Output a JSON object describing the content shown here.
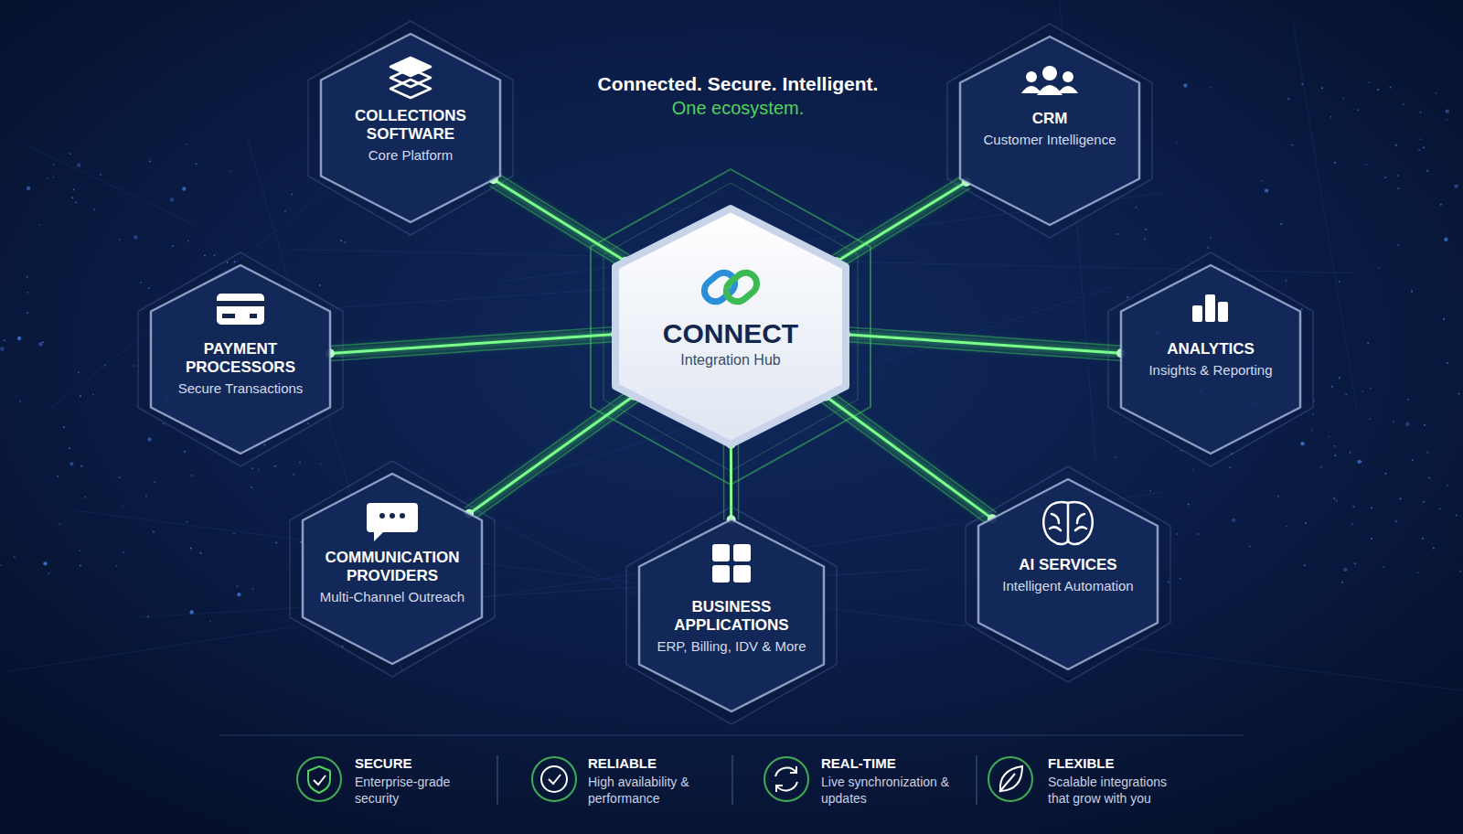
{
  "diagram": {
    "title": "Connected. Secure. Intelligent.",
    "nodes": [
      {
        "text": [
          "COLLECTIONS SOFTWARE",
          "Core Platform"
        ]
      },
      {
        "text": [
          "CRM",
          "Customer Intelligence"
        ]
      },
      {
        "text": [
          "PAYMENT PROCESSORS",
          "Secure Transactions"
        ]
      },
      {
        "text": [
          "CONNECT",
          "Integration Hub"
        ]
      },
      {
        "text": [
          "ANALYTICS",
          "Insights & Reporting"
        ]
      },
      {
        "text": [
          "COMMUNICATION PROVIDERS",
          "Multi-Channel Outreach"
        ]
      },
      {
        "text": [
          "BUSINESS APPLICATIONS",
          "ERP, Billing, IDV & More"
        ]
      },
      {
        "text": [
          "AI SERVICES",
          "Intelligent Automation"
        ]
      }
    ],
    "edges": [
      {
        "from": 3,
        "to": 0,
        "arrow": "none"
      },
      {
        "from": 3,
        "to": 1,
        "arrow": "none"
      },
      {
        "from": 3,
        "to": 2,
        "arrow": "none"
      },
      {
        "from": 3,
        "to": 4,
        "arrow": "none"
      },
      {
        "from": 3,
        "to": 5,
        "arrow": "none"
      },
      {
        "from": 3,
        "to": 6,
        "arrow": "none"
      },
      {
        "from": 3,
        "to": 7,
        "arrow": "none"
      }
    ],
    "labels": [
      "One ecosystem.",
      "SECURE",
      "Enterprise-grade security",
      "RELIABLE",
      "High availability & performance",
      "REAL-TIME",
      "Live synchronization & updates",
      "FLEXIBLE",
      "Scalable integrations that grow with you"
    ]
  }
}
